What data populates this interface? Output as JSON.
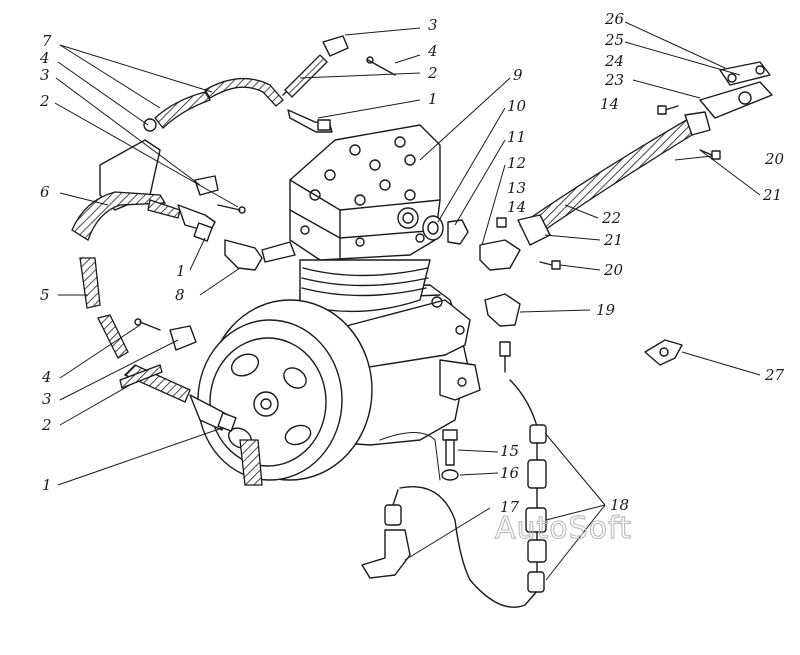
{
  "labels": {
    "l1a": "1",
    "l2a": "2",
    "l3a": "3",
    "l4a": "4",
    "l7": "7",
    "l4b": "4",
    "l3b": "3",
    "l2b": "2",
    "l6": "6",
    "l1b": "1",
    "l8": "8",
    "l5": "5",
    "l4c": "4",
    "l3c": "3",
    "l2c": "2",
    "l1c": "1",
    "l9": "9",
    "l10": "10",
    "l11": "11",
    "l12": "12",
    "l13": "13",
    "l14a": "14",
    "l26": "26",
    "l25": "25",
    "l24": "24",
    "l23": "23",
    "l14b": "14",
    "l20a": "20",
    "l21a": "21",
    "l22": "22",
    "l21b": "21",
    "l20b": "20",
    "l19": "19",
    "l27": "27",
    "l15": "15",
    "l16": "16",
    "l17": "17",
    "l18": "18"
  },
  "watermark": "AutoSoft"
}
